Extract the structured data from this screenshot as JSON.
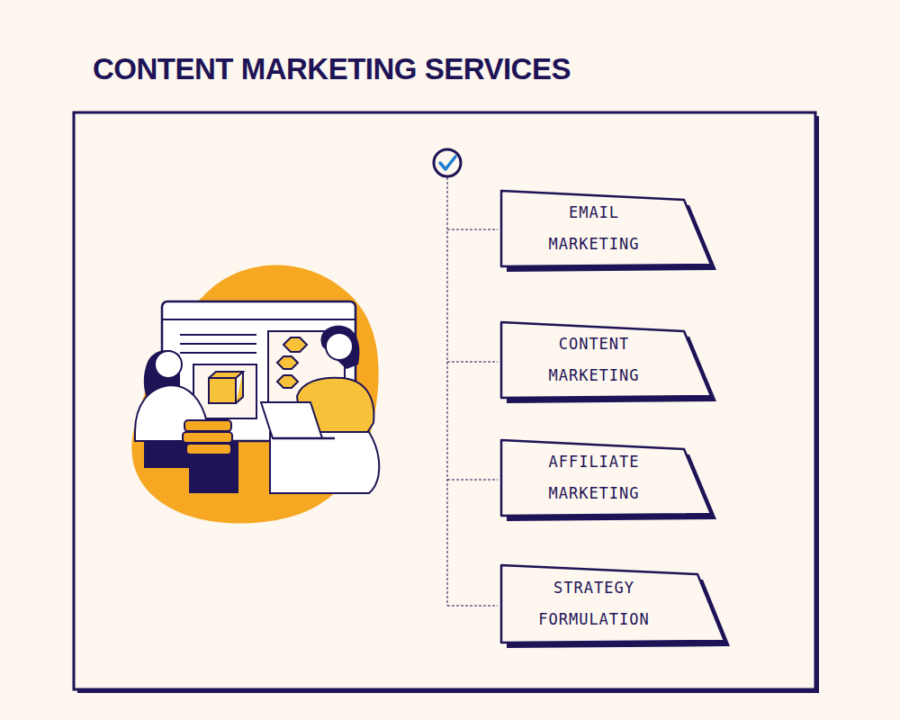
{
  "diagram": {
    "title": "CONTENT MARKETING SERVICES",
    "nodes": [
      {
        "text": [
          "EMAIL MARKETING"
        ]
      },
      {
        "text": [
          "CONTENT MARKETING"
        ]
      },
      {
        "text": [
          "AFFILIATE MARKETING"
        ]
      },
      {
        "text": [
          "STRATEGY FORMULATION"
        ]
      }
    ]
  }
}
